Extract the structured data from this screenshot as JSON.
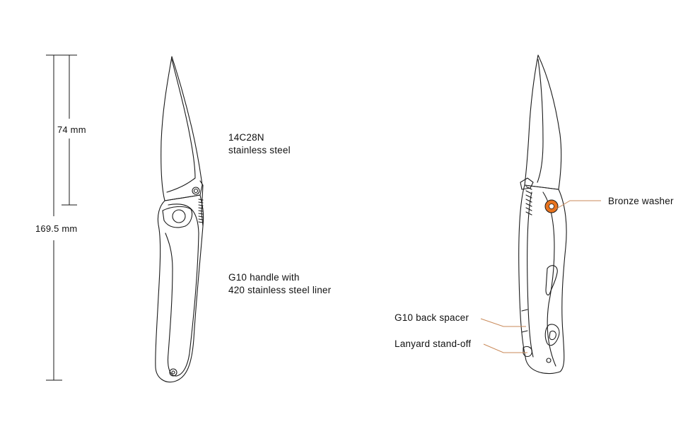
{
  "dimensions": {
    "blade_length": "74 mm",
    "overall_length": "169.5 mm"
  },
  "front_view": {
    "blade_material": [
      "14C28N",
      "stainless steel"
    ],
    "handle_material": [
      "G10 handle with",
      "420 stainless steel liner"
    ]
  },
  "back_view": {
    "callouts": [
      {
        "label": "Bronze washer"
      },
      {
        "label": "G10 back spacer"
      },
      {
        "label": "Lanyard stand-off"
      }
    ]
  },
  "colors": {
    "line": "#1a1a1a",
    "accent": "#e8731e",
    "leader": "#c98a5a"
  }
}
